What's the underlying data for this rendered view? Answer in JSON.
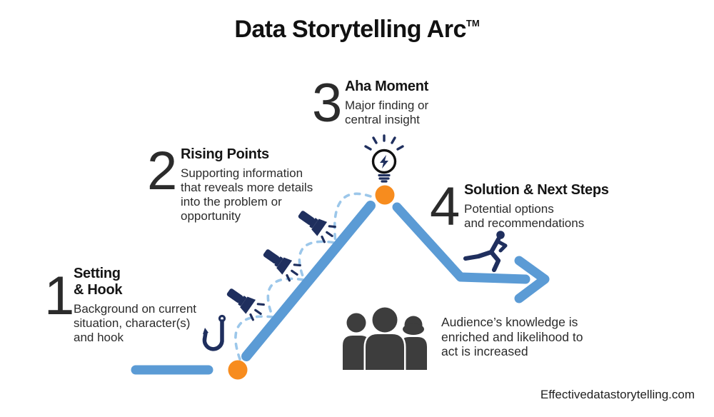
{
  "title": {
    "text": "Data Storytelling Arc",
    "trademark": "TM"
  },
  "stages": [
    {
      "number": "1",
      "heading": [
        "Setting",
        "& Hook"
      ],
      "desc": [
        "Background on current",
        "situation, character(s)",
        "and hook"
      ]
    },
    {
      "number": "2",
      "heading": [
        "Rising Points"
      ],
      "desc": [
        "Supporting information",
        "that reveals more details",
        "into the problem or",
        "opportunity"
      ]
    },
    {
      "number": "3",
      "heading": [
        "Aha Moment"
      ],
      "desc": [
        "Major finding or",
        "central insight"
      ]
    },
    {
      "number": "4",
      "heading": [
        "Solution & Next Steps"
      ],
      "desc": [
        "Potential options",
        "and recommendations"
      ]
    }
  ],
  "audience": {
    "lines": [
      "Audience’s knowledge is",
      "enriched and likelihood to",
      "act is increased"
    ]
  },
  "footer": {
    "website": "Effectivedatastorytelling.com"
  },
  "icons": {
    "hook": "fishing-hook",
    "flashlight": "flashlight-with-beam",
    "lightbulb": "idea-lightbulb-with-bolt",
    "runner": "running-person",
    "audience": "people-group"
  },
  "colors": {
    "arc_blue": "#5B9BD5",
    "dashed_blue": "#9CC7EA",
    "dot_orange": "#F78C1E",
    "icon_navy": "#1F2F5E",
    "audience_gray": "#3D3D3D",
    "text_dark": "#1F1F1F"
  }
}
